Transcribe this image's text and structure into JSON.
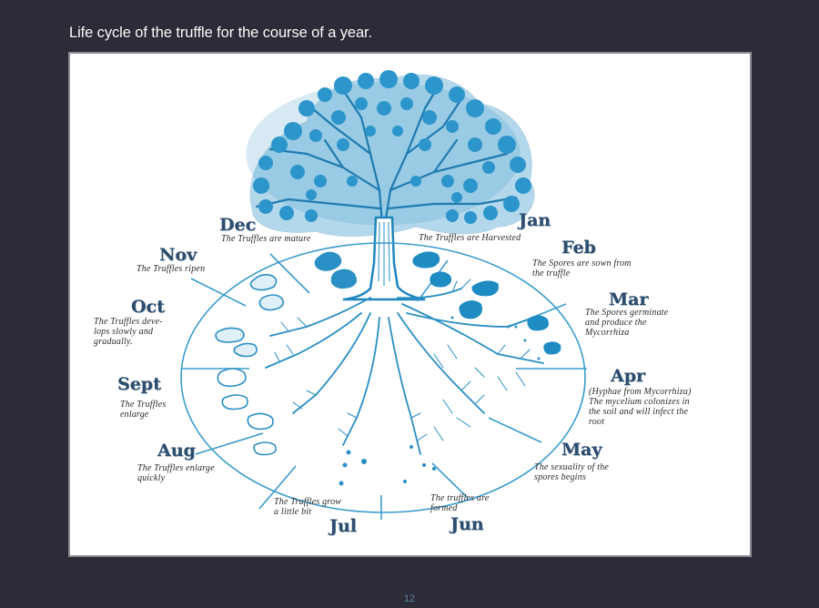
{
  "slide": {
    "title": "Life cycle of the truffle for the course of a year.",
    "page_number": "12"
  },
  "diagram": {
    "type": "cycle",
    "subject": "Truffle life cycle",
    "colors": {
      "illustration": "#2a8fc4",
      "month_label": "#2d4e6e",
      "caption": "#2a2a2a",
      "background": "#2b2a37",
      "panel": "#ffffff"
    },
    "months": [
      {
        "label": "Jan",
        "caption": "The Truffles are Harvested"
      },
      {
        "label": "Feb",
        "caption": "The Spores are sown from\nthe truffle"
      },
      {
        "label": "Mar",
        "caption": "The Spores germinate\nand produce the\nMycorrhiza"
      },
      {
        "label": "Apr",
        "caption": "(Hyphae from Mycorrhiza)\nThe mycelium colonizes in\nthe soil and will infect the\nroot"
      },
      {
        "label": "May",
        "caption": "The sexuality of the\nspores begins"
      },
      {
        "label": "Jun",
        "caption": "The truffles are\nformed"
      },
      {
        "label": "Jul",
        "caption": "The Truffles grow\na little bit"
      },
      {
        "label": "Aug",
        "caption": "The Truffles enlarge\nquickly"
      },
      {
        "label": "Sept",
        "caption": "The Truffles\nenlarge"
      },
      {
        "label": "Oct",
        "caption": "The Truffles deve-\nlops slowly and\ngradually."
      },
      {
        "label": "Nov",
        "caption": "The Truffles ripen"
      },
      {
        "label": "Dec",
        "caption": "The Truffles are mature"
      }
    ],
    "illustration_elements": [
      "tree-canopy",
      "tree-trunk",
      "roots",
      "ellipse-ground-section",
      "radial-month-dividers",
      "truffle-blobs",
      "spores"
    ]
  }
}
